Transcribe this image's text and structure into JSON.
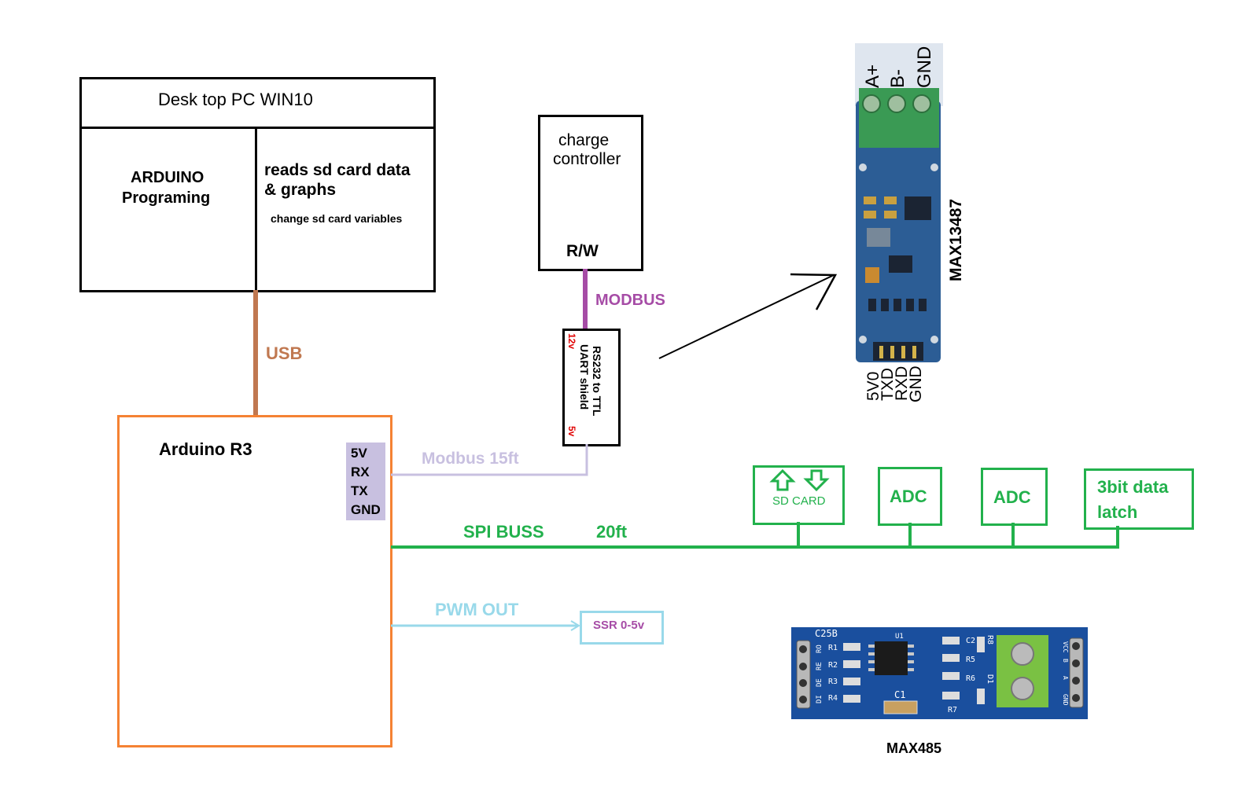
{
  "pc": {
    "title": "Desk top PC  WIN10",
    "left_line1": "ARDUINO",
    "left_line2": "Programing",
    "right_line1": "reads sd card data",
    "right_line2": "& graphs",
    "right_note": "change sd card variables"
  },
  "usb_label": "USB",
  "charge_controller": {
    "line1": "charge",
    "line2": "controller",
    "port": "R/W"
  },
  "modbus_label": "MODBUS",
  "rs232": {
    "line1": "RS232 to TTL",
    "line2": "UART shield",
    "v12": "12v",
    "v5": "5v"
  },
  "max13487": {
    "label": "MAX13487",
    "top_pins": [
      "A+",
      "B-",
      "GND"
    ],
    "bottom_pins": [
      "5V0",
      "TXD",
      "RXD",
      "GND"
    ]
  },
  "arduino": {
    "title": "Arduino R3",
    "pins": [
      "5V",
      "RX",
      "TX",
      "GND"
    ]
  },
  "modbus15_label": "Modbus 15ft",
  "spi": {
    "label": "SPI BUSS",
    "length": "20ft"
  },
  "pwm": {
    "label": "PWM OUT",
    "ssr": "SSR 0-5v"
  },
  "devices": {
    "sdcard": "SD CARD",
    "adc1": "ADC",
    "adc2": "ADC",
    "latch_line1": "3bit data",
    "latch_line2": "latch"
  },
  "max485": {
    "label": "MAX485",
    "board_id": "C25B",
    "left_pins": [
      "RO",
      "RE",
      "DE",
      "DI"
    ],
    "right_pins": [
      "VCC",
      "B",
      "A",
      "GND"
    ],
    "resistors_left": [
      "R1",
      "R2",
      "R3",
      "R4"
    ],
    "parts_right": [
      "C2",
      "R5",
      "R6",
      "R8",
      "D1",
      "R7"
    ],
    "u1": "U1",
    "c1": "C1"
  },
  "colors": {
    "usb": "#c07850",
    "modbus": "#a64ca6",
    "modbus15": "#c8c0e0",
    "arduino_border": "#f58233",
    "pin_block": "#c8c0e0",
    "spi": "#22b14c",
    "pwm": "#99d9ea",
    "ssr_text": "#a64ca6",
    "voltage": "#e00000",
    "board_blue": "#1a4f9e"
  }
}
